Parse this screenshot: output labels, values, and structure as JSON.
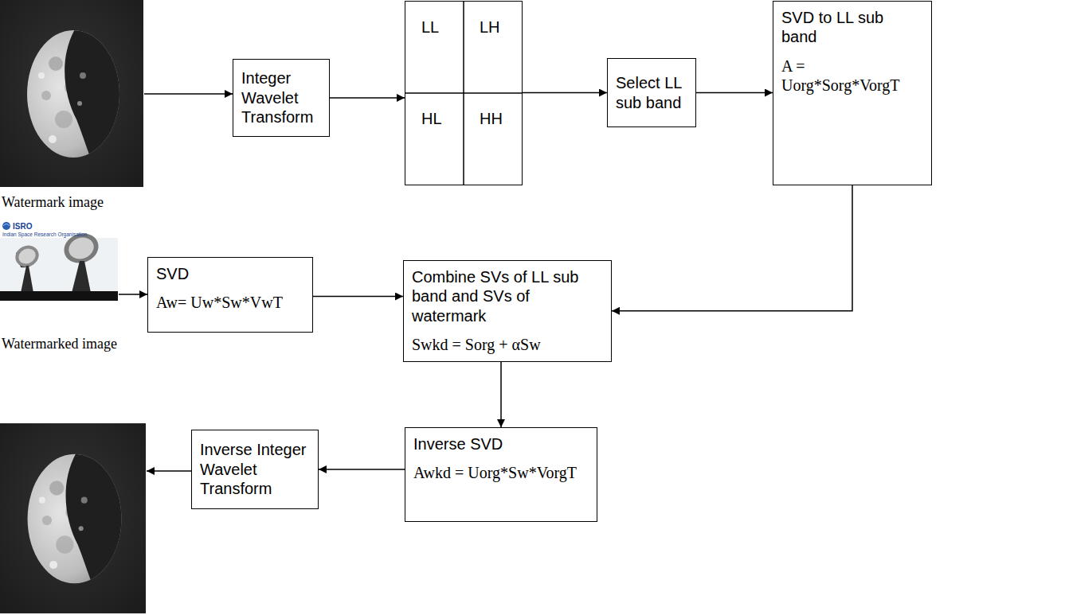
{
  "diagram": {
    "nodes": [
      {
        "text": [
          "Integer Wavelet Transform"
        ]
      },
      {
        "text": [
          "LL",
          "LH",
          "HL",
          "HH"
        ]
      },
      {
        "text": [
          "Select LL sub band"
        ]
      },
      {
        "text": [
          "SVD to LL sub band",
          "A = Uorg*Sorg*VorgT"
        ]
      },
      {
        "text": [
          "SVD",
          "Aw= Uw*Sw*VwT"
        ]
      },
      {
        "text": [
          "Combine SVs of LL sub band and SVs of watermark",
          "Swkd = Sorg + αSw"
        ]
      },
      {
        "text": [
          "Inverse Integer Wavelet Transform"
        ]
      },
      {
        "text": [
          "Inverse SVD",
          "Awkd = Uorg*Sw*VorgT"
        ]
      }
    ],
    "edges": [
      {
        "from": 0,
        "to": 1,
        "arrow": "to"
      },
      {
        "from": 1,
        "to": 2,
        "arrow": "to"
      },
      {
        "from": 2,
        "to": 3,
        "arrow": "to"
      },
      {
        "from": 3,
        "to": 5,
        "arrow": "to"
      },
      {
        "from": 4,
        "to": 5,
        "arrow": "to"
      },
      {
        "from": 5,
        "to": 7,
        "arrow": "to"
      },
      {
        "from": 7,
        "to": 6,
        "arrow": "to"
      }
    ],
    "labels": [
      "Watermark image",
      "ISRO",
      "Indian Space Research Organisation",
      "Watermarked image"
    ]
  }
}
